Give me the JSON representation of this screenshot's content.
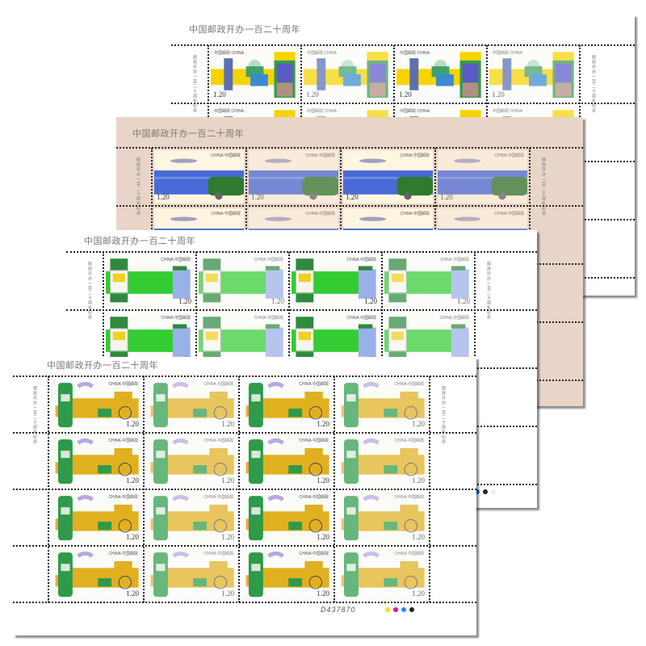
{
  "scene": "Four overlapping commemorative stamp sheets: 120th anniversary of China Post",
  "sheets": [
    {
      "id": "sheet-atm",
      "title": "中国邮政开办一百二十周年",
      "theme": "self-service terminals and bank cards",
      "background": "#ffffff",
      "stamp_brand": "中国邮政 CHINA",
      "denomination": "1.20",
      "side_note": "邮政开办一百二十周年纪念",
      "palette": {
        "main": "#f5d400",
        "accent": "#5b5bc8",
        "green": "#3a9a4a"
      }
    },
    {
      "id": "sheet-airplane",
      "title": "中国邮政开办一百二十周年",
      "theme": "airplane, sorting center and postal van",
      "background": "#e9d4c8",
      "stamp_brand": "CHINA 中国邮政",
      "denomination": "1.20",
      "side_note": "邮政开办一百二十周年纪念",
      "palette": {
        "main": "#4a6ad8",
        "accent": "#2f7a2f",
        "sky": "#fff5e0"
      }
    },
    {
      "id": "sheet-green",
      "title": "中国邮政开办一百二十周年",
      "theme": "post office counter and kiosk",
      "background": "#ffffff",
      "stamp_brand": "CHINA 中国邮政",
      "denomination": "1.20",
      "side_note": "邮政开办一百二十周年纪念",
      "palette": {
        "main": "#33cc33",
        "accent": "#f0d020",
        "kiosk": "#9ab0e8"
      },
      "color_dots": [
        "#1a6fff",
        "#222222",
        "#e8ecff"
      ]
    },
    {
      "id": "sheet-postbox",
      "title": "中国邮政开办一百二十周年",
      "theme": "green pillar postbox, historic post building, bicycle",
      "background": "#ffffff",
      "stamp_brand": "CHINA 中国邮政",
      "denomination": "1.20",
      "side_note": "邮政开办一百二十周年纪念",
      "serial_number": "D437870",
      "palette": {
        "main": "#e0b020",
        "accent": "#2e9a4a",
        "orange": "#f0a840",
        "horse": "#b8a8e0"
      },
      "color_dots": [
        "#f5e000",
        "#e8128c",
        "#1a8fff",
        "#222222"
      ]
    }
  ]
}
